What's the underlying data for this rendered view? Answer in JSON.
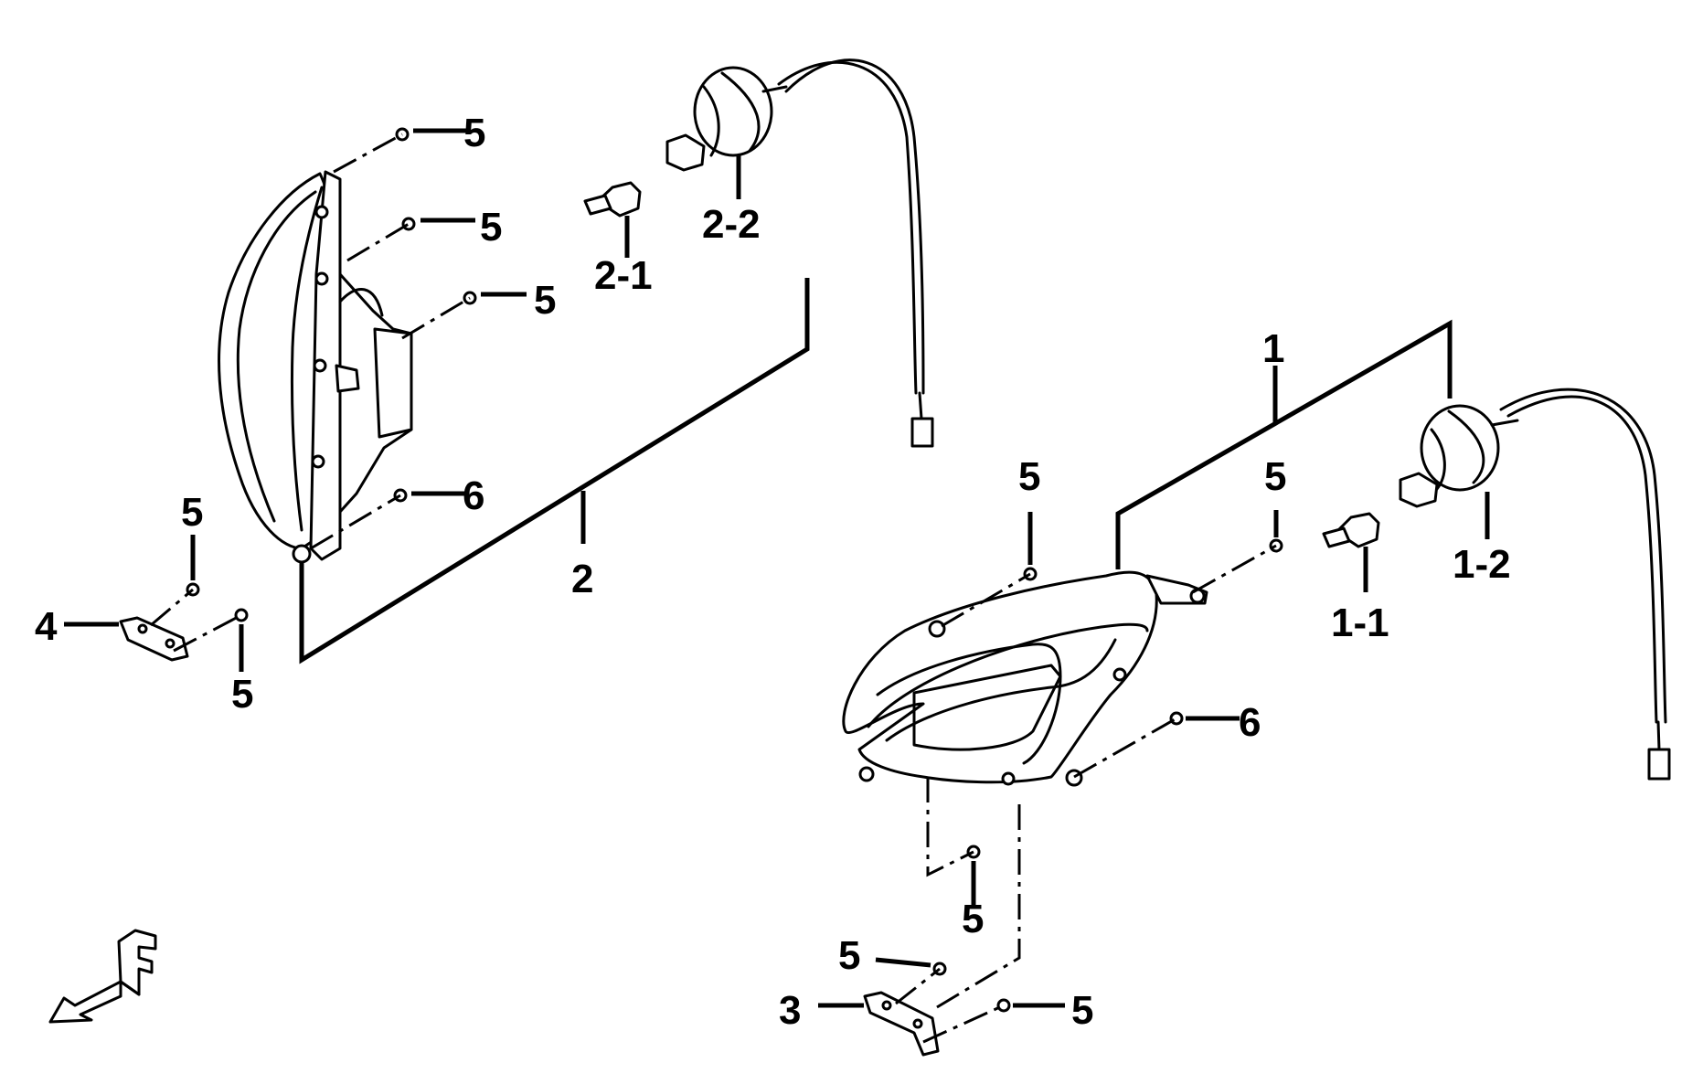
{
  "callouts": {
    "c1": "1",
    "c1_1": "1-1",
    "c1_2": "1-2",
    "c2": "2",
    "c2_1": "2-1",
    "c2_2": "2-2",
    "c3": "3",
    "c4": "4",
    "c5": "5",
    "c6": "6"
  },
  "icons": {
    "direction": "front-direction-arrow-icon"
  }
}
